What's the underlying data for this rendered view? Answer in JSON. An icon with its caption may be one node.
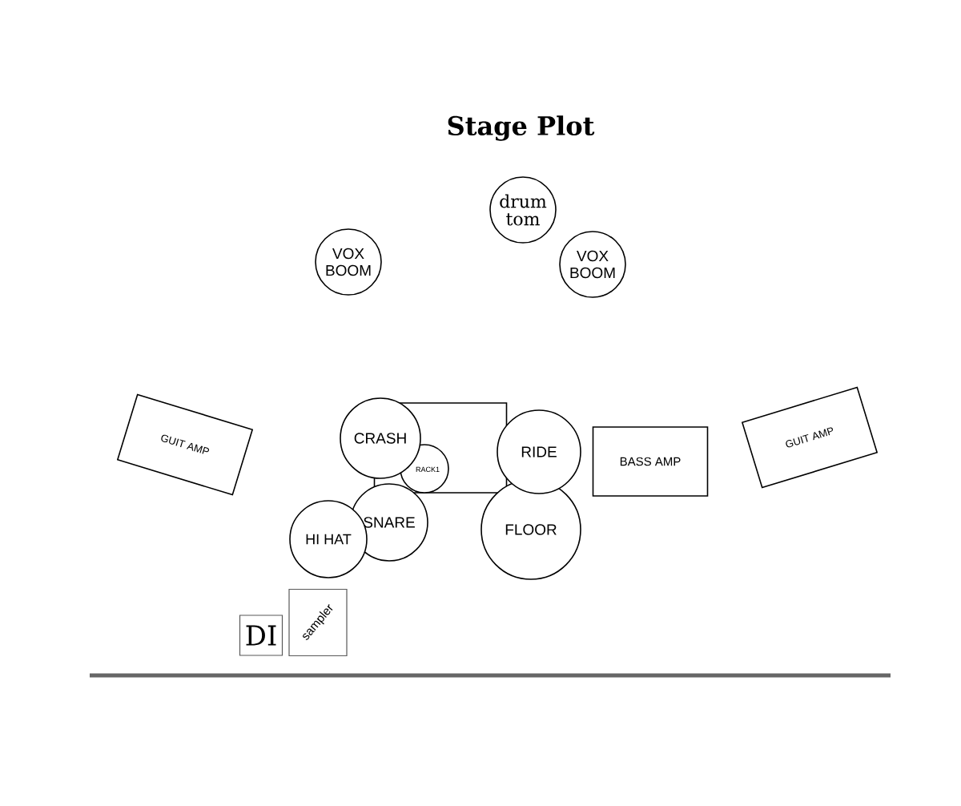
{
  "diagram": {
    "title": "Stage Plot",
    "nodes": [
      {
        "text": [
          "drum tom"
        ]
      },
      {
        "text": [
          "VOX BOOM"
        ]
      },
      {
        "text": [
          "VOX BOOM"
        ]
      },
      {
        "text": [
          "GUIT AMP"
        ]
      },
      {
        "text": [],
        "shape": "box"
      },
      {
        "text": [
          "CRASH"
        ]
      },
      {
        "text": [
          "RIDE"
        ]
      },
      {
        "text": [
          "BASS AMP"
        ]
      },
      {
        "text": [
          "GUIT AMP"
        ]
      },
      {
        "text": [
          "RACK1"
        ],
        "in": 4
      },
      {
        "text": [
          "SNARE"
        ]
      },
      {
        "text": [
          "FLOOR"
        ]
      },
      {
        "text": [
          "HI HAT"
        ]
      },
      {
        "text": [
          "DI"
        ]
      },
      {
        "text": [
          "sampler"
        ]
      }
    ]
  }
}
